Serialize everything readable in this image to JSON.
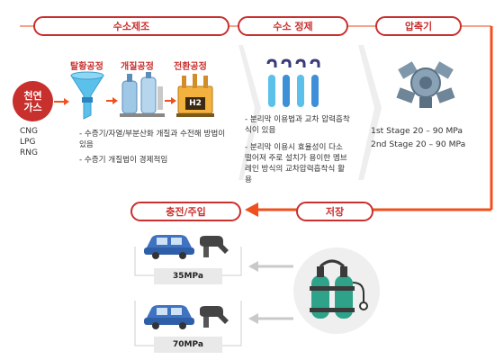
{
  "stages": {
    "production": "수소제조",
    "purification": "수소 정제",
    "compressor": "압축기",
    "storage": "저장",
    "charging": "충전/주입"
  },
  "processes": {
    "desulfurization": "탈황공정",
    "reforming": "개질공정",
    "conversion": "전환공정"
  },
  "natural_gas": {
    "line1": "천연",
    "line2": "가스"
  },
  "gas_types": [
    "CNG",
    "LPG",
    "RNG"
  ],
  "reactor_label": "H2",
  "production_notes": [
    "수증기/자열/부분산화 개질과 수전해 방법이 있음",
    "수증기 개질법이 경제적임"
  ],
  "purification_notes": [
    "분리막 이용법과 교차 압력흡착식이 있음",
    "분리막 이용시 효율성이 다소 떨어져 주로 설치가 용이한 멤브레인 방식의 교차압력흡착식 활용"
  ],
  "compressor_stages": [
    "1st Stage 20 – 90 MPa",
    "2nd Stage 20 – 90 MPa"
  ],
  "pressures": [
    "35MPa",
    "70MPa"
  ],
  "colors": {
    "accent": "#c8302e",
    "arrow_orange": "#f0501e",
    "tank_green": "#2fa38a",
    "car_blue": "#3f73c2"
  }
}
